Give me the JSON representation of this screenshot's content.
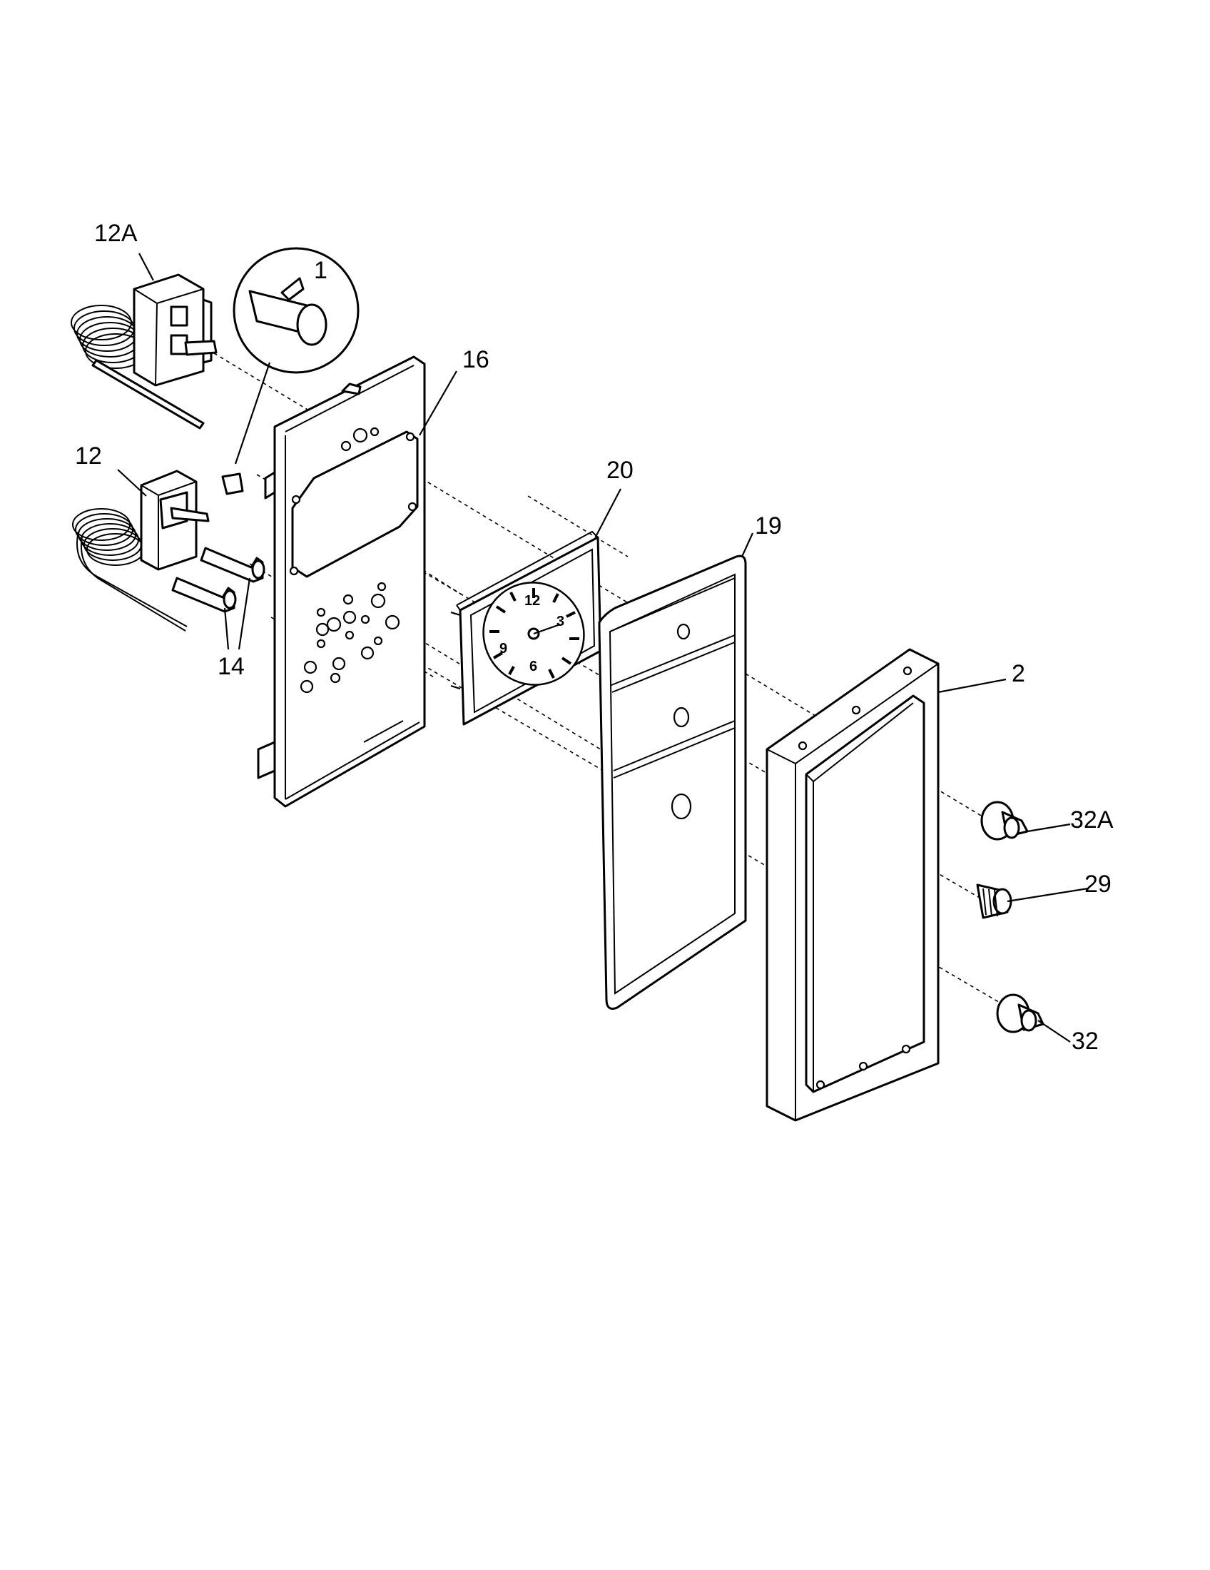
{
  "diagram": {
    "callouts": [
      {
        "id": "12A",
        "label": "12A"
      },
      {
        "id": "1",
        "label": "1"
      },
      {
        "id": "16",
        "label": "16"
      },
      {
        "id": "12",
        "label": "12"
      },
      {
        "id": "14",
        "label": "14"
      },
      {
        "id": "20",
        "label": "20"
      },
      {
        "id": "19",
        "label": "19"
      },
      {
        "id": "2",
        "label": "2"
      },
      {
        "id": "32A",
        "label": "32A"
      },
      {
        "id": "29",
        "label": "29"
      },
      {
        "id": "32",
        "label": "32"
      }
    ],
    "clock_dial_numbers": [
      "12",
      "3",
      "6",
      "9"
    ]
  }
}
